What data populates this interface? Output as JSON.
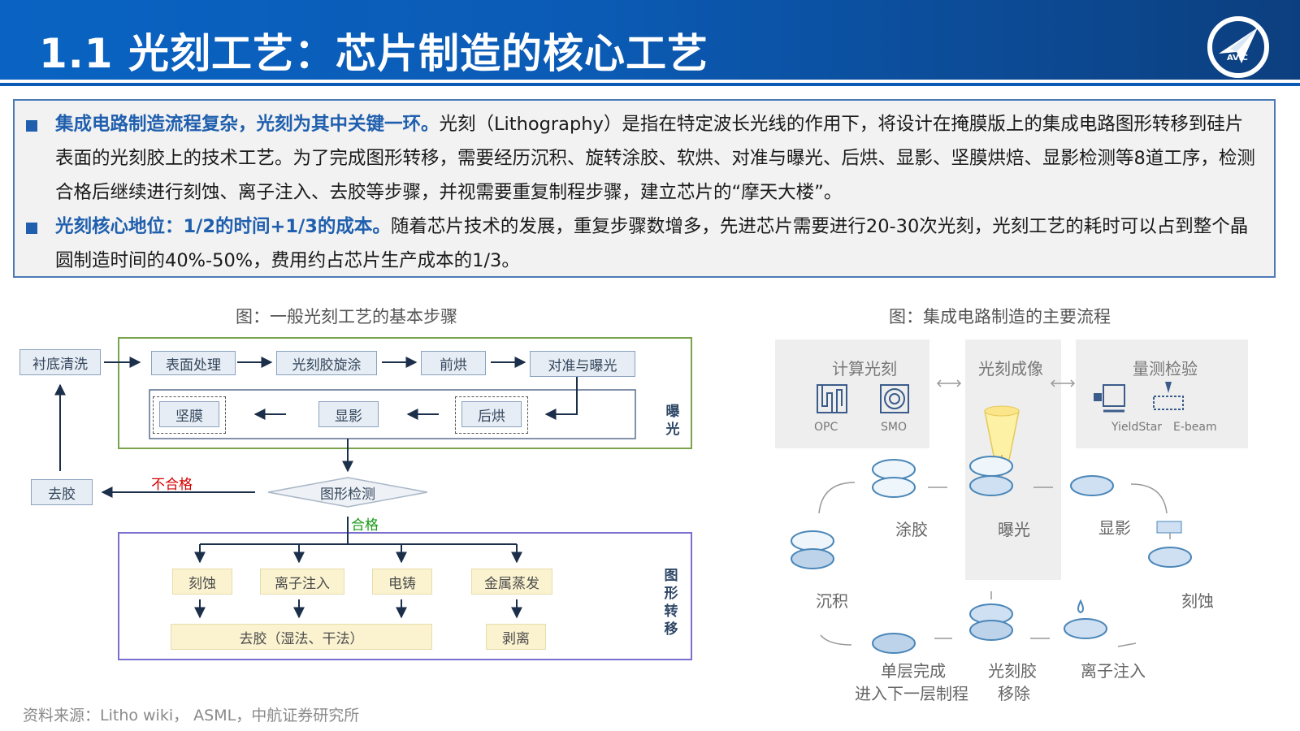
{
  "header": {
    "title": "1.1 光刻工艺：芯片制造的核心工艺",
    "logo_text": "AVIC"
  },
  "summary": {
    "p1_highlight": "集成电路制造流程复杂，光刻为其中关键一环。",
    "p1_text": "光刻（Lithography）是指在特定波长光线的作用下，将设计在掩膜版上的集成电路图形转移到硅片表面的光刻胶上的技术工艺。为了完成图形转移，需要经历沉积、旋转涂胶、软烘、对准与曝光、后烘、显影、坚膜烘焙、显影检测等8道工序，检测合格后继续进行刻蚀、离子注入、去胶等步骤，并视需要重复制程步骤，建立芯片的“摩天大楼”。",
    "p2_highlight": "光刻核心地位：1/2的时间+1/3的成本。",
    "p2_text": "随着芯片技术的发展，重复步骤数增多，先进芯片需要进行20-30次光刻，光刻工艺的耗时可以占到整个晶圆制造时间的40%-50%，费用约占芯片生产成本的1/3。"
  },
  "left_figure": {
    "caption": "图：一般光刻工艺的基本步骤",
    "substrate_clean": "衬底清洗",
    "surface_treat": "表面处理",
    "spin_coat": "光刻胶旋涂",
    "prebake": "前烘",
    "align_expose": "对准与曝光",
    "hard_bake": "坚膜",
    "develop": "显影",
    "post_bake": "后烘",
    "exposure_label": "曝光",
    "strip": "去胶",
    "fail": "不合格",
    "inspect": "图形检测",
    "pass": "合格",
    "etch": "刻蚀",
    "ion_implant": "离子注入",
    "electroplate": "电铸",
    "metal_evap": "金属蒸发",
    "strip_wet_dry": "去胶（湿法、干法）",
    "lift_off": "剥离",
    "transfer_label": "图形转移"
  },
  "right_figure": {
    "caption": "图：集成电路制造的主要流程",
    "comp_litho": "计算光刻",
    "opc": "OPC",
    "smo": "SMO",
    "litho_imaging": "光刻成像",
    "metrology": "量测检验",
    "yieldstar": "YieldStar",
    "ebeam": "E-beam",
    "deposition": "沉积",
    "coating": "涂胶",
    "exposure": "曝光",
    "develop": "显影",
    "etch": "刻蚀",
    "ion_implant": "离子注入",
    "resist_strip_1": "光刻胶",
    "resist_strip_2": "移除",
    "layer_done_1": "单层完成",
    "layer_done_2": "进入下一层制程"
  },
  "source": "资料来源：Litho wiki， ASML，中航证券研究所",
  "colors": {
    "header_blue": "#0b5bb5",
    "highlight_blue": "#1f5fae",
    "fail_red": "#d40000",
    "pass_green": "#179a17",
    "frame_green": "#7aa34d",
    "frame_purple": "#7a6fcf"
  }
}
